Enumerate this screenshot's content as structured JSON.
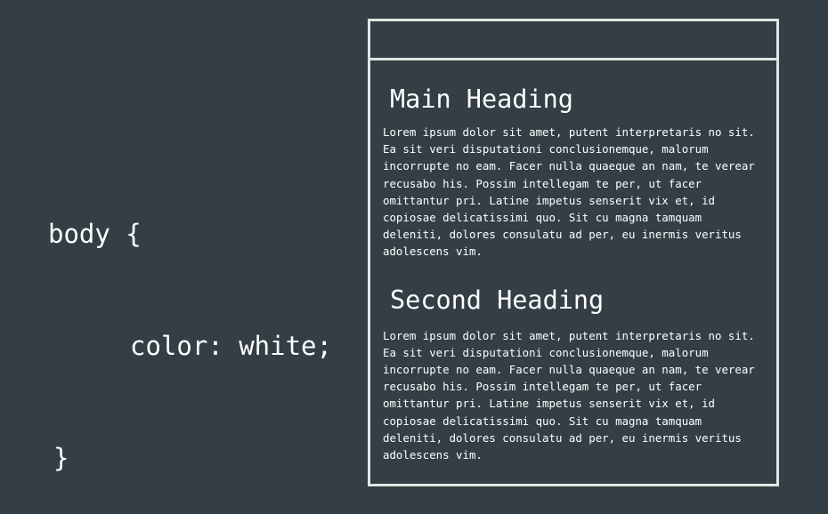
{
  "code": {
    "line1": "body {",
    "line2": "color: white;",
    "line3": "}"
  },
  "preview": {
    "heading1": "Main Heading",
    "paragraph1": "Lorem ipsum dolor sit amet, putent interpretaris no sit. Ea sit veri disputationi conclusionemque, malorum incorrupte no eam. Facer nulla quaeque an nam, te verear recusabo his. Possim intellegam te per, ut facer omittantur pri. Latine impetus senserit vix et, id copiosae delicatissimi quo. Sit cu magna tamquam deleniti, dolores consulatu ad per, eu inermis veritus adolescens vim.",
    "heading2": "Second Heading",
    "paragraph2": "Lorem ipsum dolor sit amet, putent interpretaris no sit. Ea sit veri disputationi conclusionemque, malorum incorrupte no eam. Facer nulla quaeque an nam, te verear recusabo his. Possim intellegam te per, ut facer omittantur pri. Latine impetus senserit vix et, id copiosae delicatissimi quo. Sit cu magna tamquam deleniti, dolores consulatu ad per, eu inermis veritus adolescens vim."
  },
  "colors": {
    "background": "#333e45",
    "text": "#ffffff",
    "frame_border": "#dde8e1"
  }
}
